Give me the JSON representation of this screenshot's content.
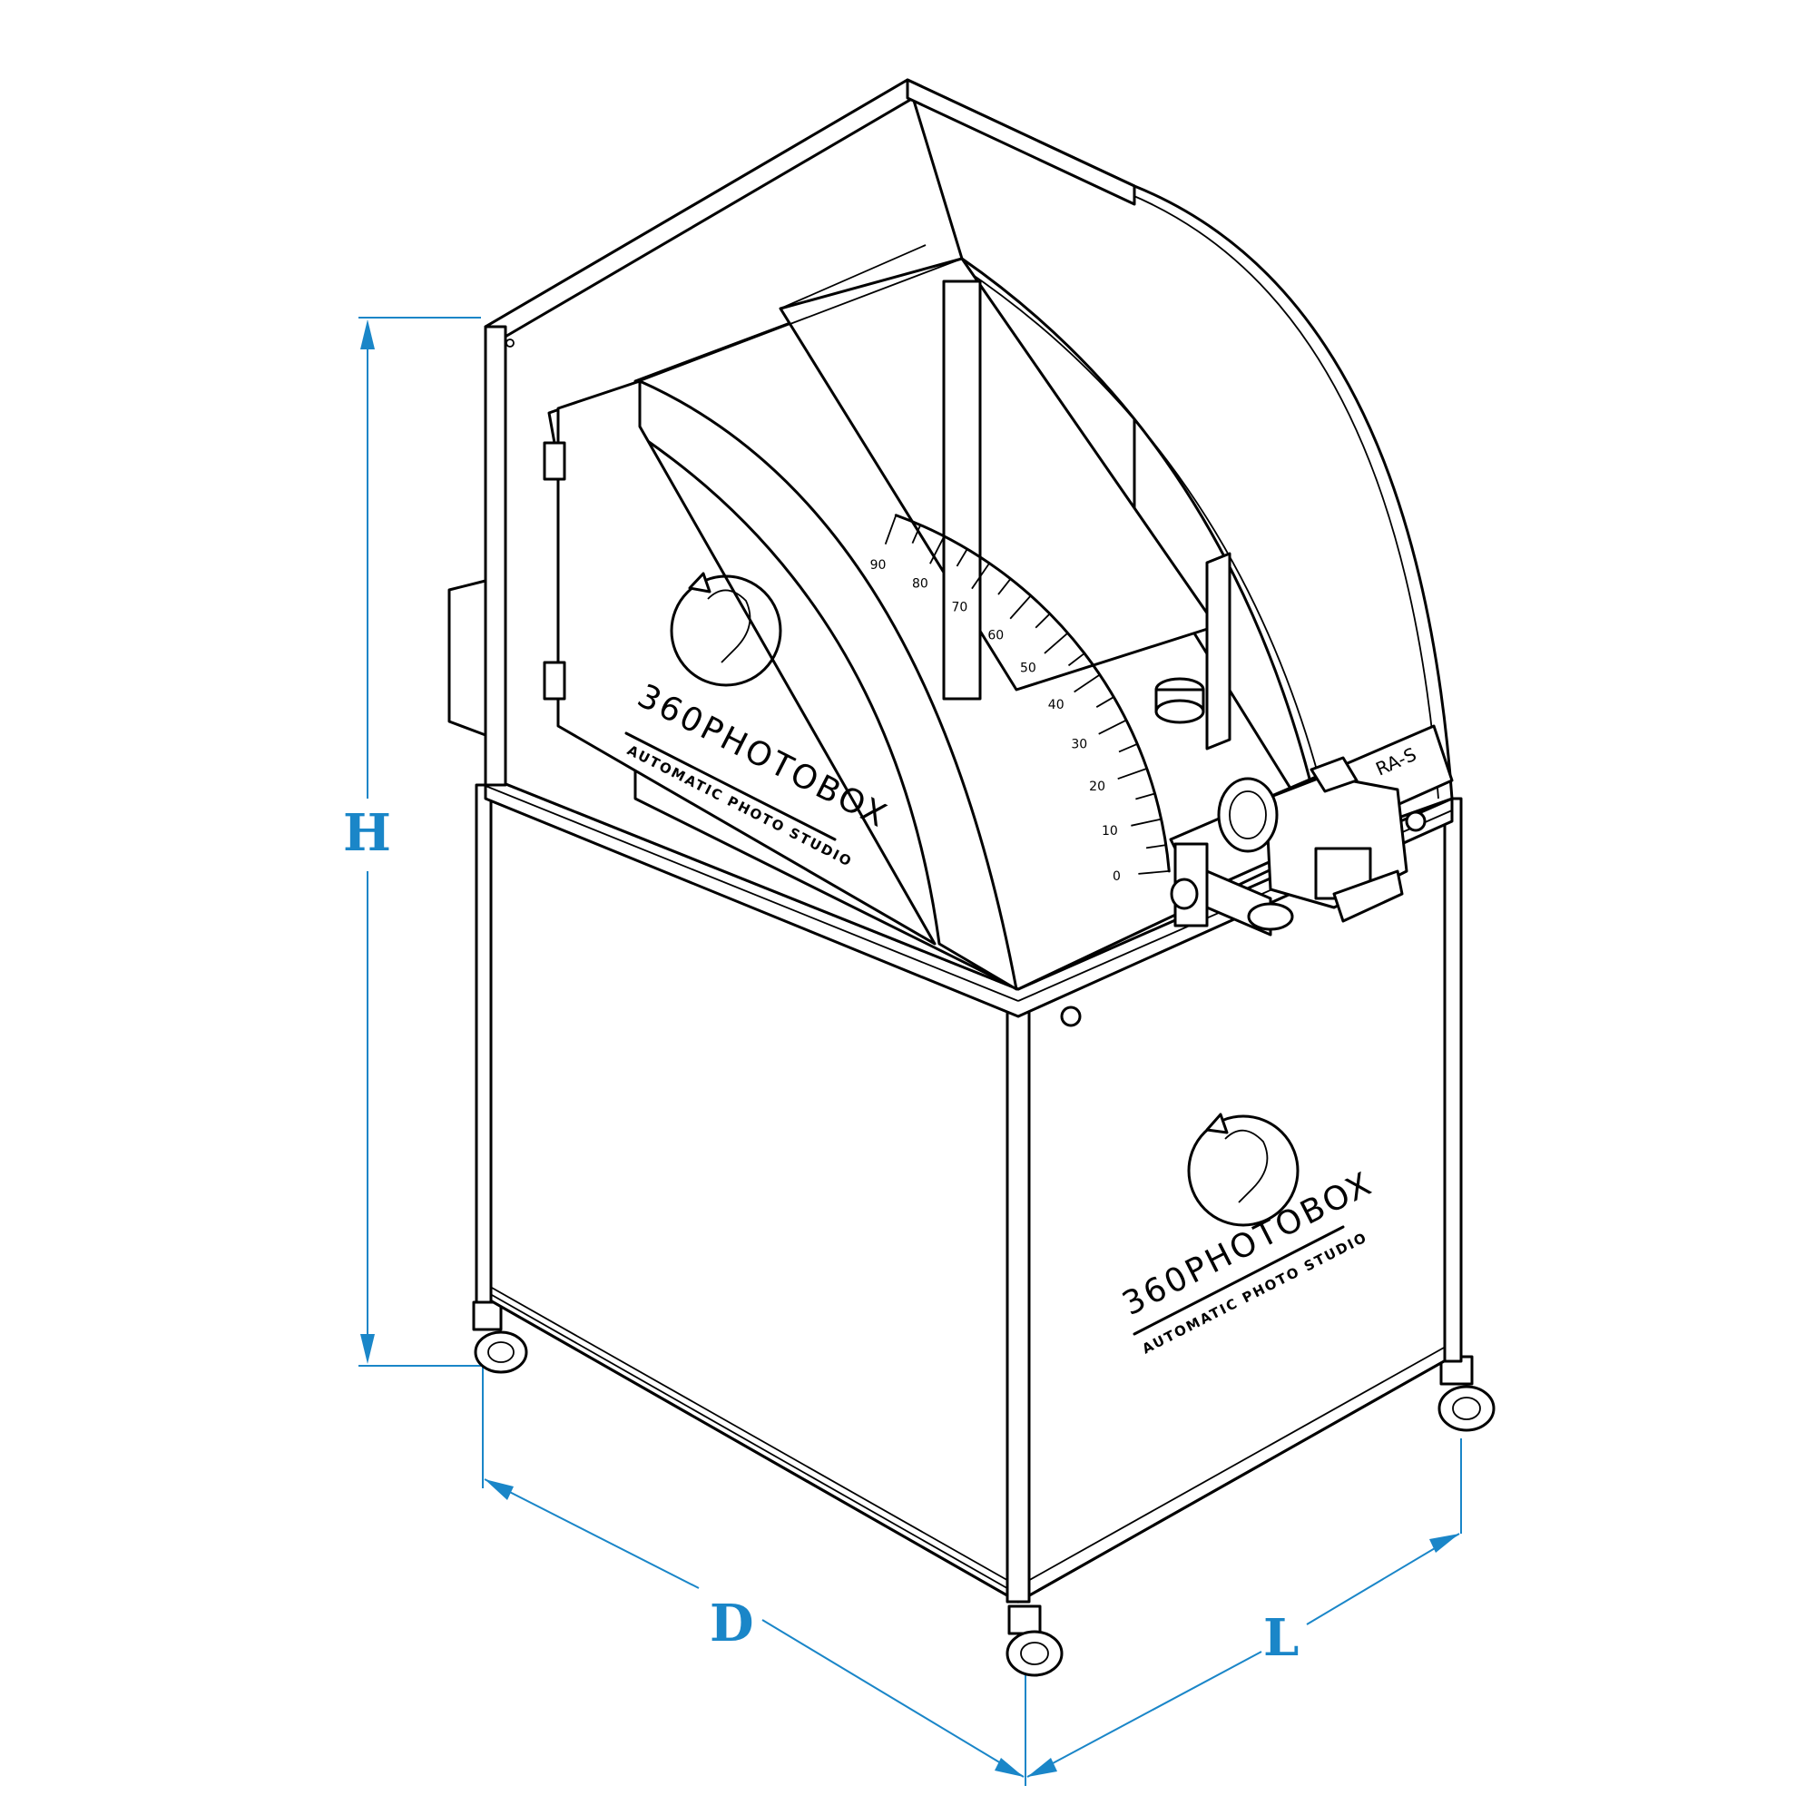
{
  "dimensions": {
    "height_label": "H",
    "depth_label": "D",
    "length_label": "L"
  },
  "branding": {
    "name": "360PHOTOBOX",
    "tagline": "AUTOMATIC PHOTO STUDIO"
  },
  "model_tag": "RA-S",
  "arc_scale": {
    "labels": [
      "0",
      "10",
      "20",
      "30",
      "40",
      "50",
      "60",
      "70",
      "80",
      "90"
    ]
  },
  "colors": {
    "dimension": "#1a86c8",
    "outline": "#000000"
  }
}
